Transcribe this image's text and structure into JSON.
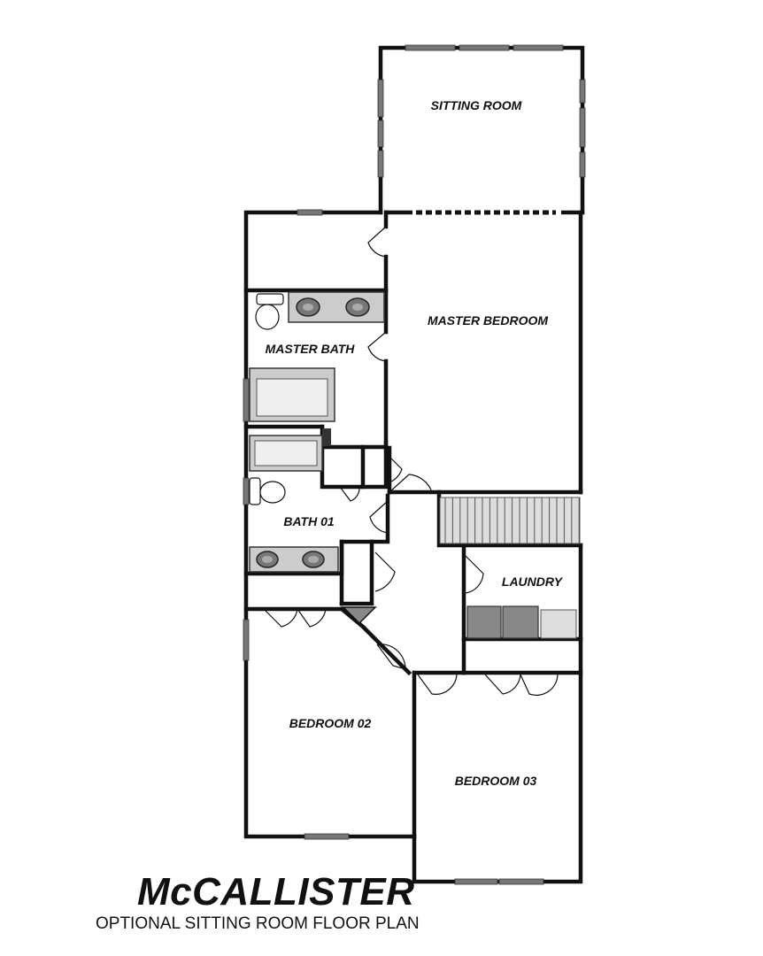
{
  "plan": {
    "title": "McCALLISTER",
    "subtitle": "OPTIONAL SITTING ROOM FLOOR PLAN",
    "rooms": {
      "sitting_room": "SITTING ROOM",
      "master_bedroom": "MASTER BEDROOM",
      "master_bath": "MASTER BATH",
      "bath_01": "BATH 01",
      "laundry": "LAUNDRY",
      "bedroom_02": "BEDROOM 02",
      "bedroom_03": "BEDROOM 03"
    }
  },
  "colors": {
    "wall": "#111111",
    "window": "#777777",
    "fixture": "#cccccc",
    "background": "#ffffff"
  }
}
